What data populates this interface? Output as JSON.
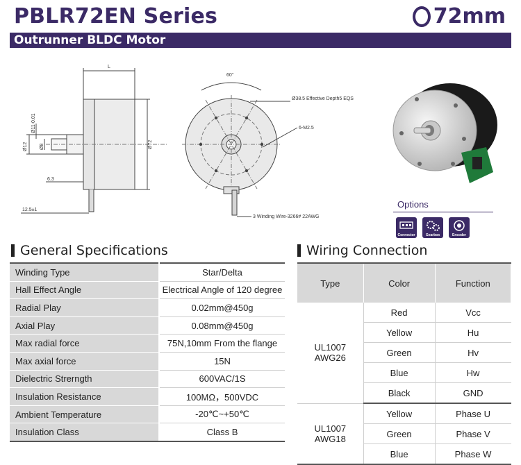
{
  "header": {
    "title": "PBLR72EN Series",
    "size": "72mm",
    "subtitle": "Outrunner BLDC Motor"
  },
  "drawing": {
    "dim_L": "L",
    "dim_shaft_tol": "Ø11-0.01",
    "dim_d12": "Ø12",
    "dim_d8": "Ø8",
    "dim_d72": "Ø72",
    "dim_63": "6.3",
    "dim_125": "12.5±1",
    "angle": "60°",
    "note_depth": "Ø38.5 Effective Depth5 EQS",
    "note_m25": "6-M2.5",
    "note_wire": "3 Winding Wire-3266# 22AWG"
  },
  "options": {
    "title": "Options",
    "items": [
      {
        "label": "Connector",
        "icon": "connector-icon"
      },
      {
        "label": "Gearbox",
        "icon": "gearbox-icon"
      },
      {
        "label": "Encoder",
        "icon": "encoder-icon"
      }
    ]
  },
  "general": {
    "title": "General Specifications",
    "rows": [
      {
        "label": "Winding Type",
        "value": "Star/Delta"
      },
      {
        "label": "Hall Effect Angle",
        "value": "Electrical Angle of 120 degree"
      },
      {
        "label": "Radial Play",
        "value": "0.02mm@450g"
      },
      {
        "label": "Axial Play",
        "value": "0.08mm@450g"
      },
      {
        "label": "Max radial force",
        "value": "75N,10mm From the flange"
      },
      {
        "label": "Max axial force",
        "value": "15N"
      },
      {
        "label": "Dielectric Strerngth",
        "value": "600VAC/1S"
      },
      {
        "label": "Insulation Resistance",
        "value": "100MΩ，500VDC"
      },
      {
        "label": "Ambient Temperature",
        "value": "-20℃~+50℃"
      },
      {
        "label": "Insulation Class",
        "value": "Class B"
      }
    ]
  },
  "wiring": {
    "title": "Wiring Connection",
    "headers": [
      "Type",
      "Color",
      "Function"
    ],
    "groups": [
      {
        "type_l1": "UL1007",
        "type_l2": "AWG26",
        "rows": [
          {
            "color": "Red",
            "function": "Vcc"
          },
          {
            "color": "Yellow",
            "function": "Hu"
          },
          {
            "color": "Green",
            "function": "Hv"
          },
          {
            "color": "Blue",
            "function": "Hw"
          },
          {
            "color": "Black",
            "function": "GND"
          }
        ]
      },
      {
        "type_l1": "UL1007",
        "type_l2": "AWG18",
        "rows": [
          {
            "color": "Yellow",
            "function": "Phase U"
          },
          {
            "color": "Green",
            "function": "Phase V"
          },
          {
            "color": "Blue",
            "function": "Phase W"
          }
        ]
      }
    ]
  }
}
